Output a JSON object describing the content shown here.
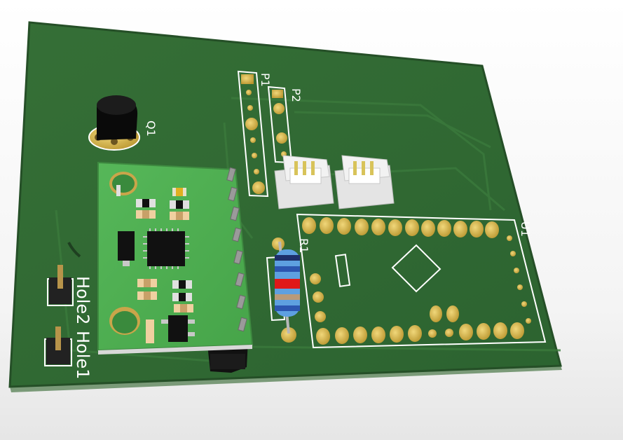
{
  "labels": {
    "q1": "Q1",
    "p1": "P1",
    "p2": "P2",
    "r1": "R1",
    "u1": "U1",
    "hole2": "Hole2",
    "hole1": "Hole1"
  },
  "colors": {
    "board": "#2f6b32",
    "board_edge": "#244f27",
    "copper_pad": "#d6b44a",
    "module_green": "#4cae4f",
    "silkscreen": "#ffffff"
  }
}
